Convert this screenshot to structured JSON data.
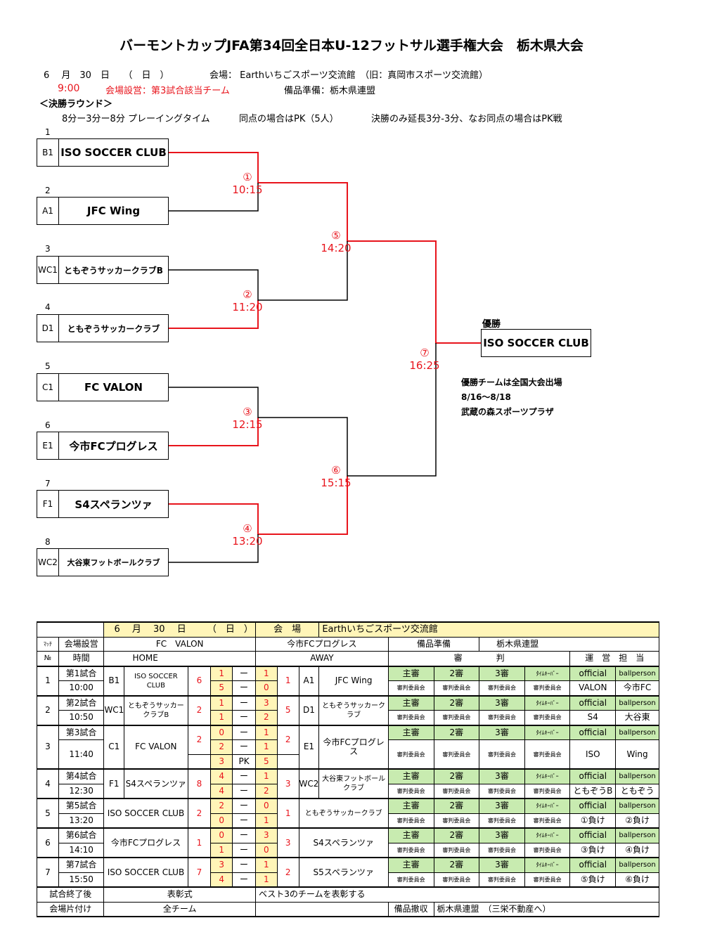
{
  "title": "バーモントカップJFA第34回全日本U-12フットサル選手権大会　栃木県大会",
  "info": {
    "date": "6　 月　30　日　　（　日　）",
    "venue": "会場：  Earthいちごスポーツ交流館　（旧：真岡市スポーツ交流館）",
    "time": "9:00",
    "setup": "会場設営：第3試合該当チーム",
    "equipment": "備品準備：栃木県連盟",
    "round": "＜決勝ラウンド＞",
    "playing_time": "8分ー3分ー8分 プレーイングタイム",
    "pk_rule": "同点の場合はPK（5人）",
    "final_rule": "決勝のみ延長3分-3分、なお同点の場合はPK戦"
  },
  "bracket": {
    "teams": [
      {
        "no": "1",
        "seed": "B1",
        "name": "ISO SOCCER CLUB"
      },
      {
        "no": "2",
        "seed": "A1",
        "name": "JFC Wing"
      },
      {
        "no": "3",
        "seed": "WC1",
        "name": "ともぞうサッカークラブB"
      },
      {
        "no": "4",
        "seed": "D1",
        "name": "ともぞうサッカークラブ"
      },
      {
        "no": "5",
        "seed": "C1",
        "name": "FC VALON"
      },
      {
        "no": "6",
        "seed": "E1",
        "name": "今市FCプログレス"
      },
      {
        "no": "7",
        "seed": "F1",
        "name": "S4スペランツァ"
      },
      {
        "no": "8",
        "seed": "WC2",
        "name": "大谷東フットボールクラブ"
      }
    ],
    "matches": [
      {
        "mark": "①",
        "time": "10:15"
      },
      {
        "mark": "②",
        "time": "11:20"
      },
      {
        "mark": "③",
        "time": "12:15"
      },
      {
        "mark": "④",
        "time": "13:20"
      },
      {
        "mark": "⑤",
        "time": "14:20"
      },
      {
        "mark": "⑥",
        "time": "15:15"
      },
      {
        "mark": "⑦",
        "time": "16:25"
      }
    ],
    "winner_label": "優勝",
    "winner": "ISO SOCCER CLUB",
    "note": [
      "優勝チームは全国大会出場",
      "8/16～8/18",
      "武蔵の森スポーツプラザ"
    ]
  },
  "schedule": {
    "header1": {
      "month": "6",
      "month_unit": "月",
      "day": "30",
      "day_unit": "日",
      "weekday": "（　日　）",
      "venue_label": "会　場",
      "venue": "Earthいちごスポーツ交流館"
    },
    "header2": {
      "match_label": "ﾏｯﾁ",
      "setup_label": "会場設営",
      "setup1": "FC　VALON",
      "setup2": "今市FCプログレス",
      "equip_label": "備品準備",
      "equip": "栃木県連盟"
    },
    "header3": {
      "no": "№",
      "time": "時間",
      "home": "HOME",
      "away": "AWAY",
      "ref": "審　　　　判",
      "ops": "運　営　担　当"
    },
    "ref_roles": [
      "主審",
      "2審",
      "3審",
      "ﾀｲﾑｷｰﾊﾟｰ",
      "official",
      "ballperson"
    ],
    "committee": "審判委員会",
    "dash": "ー",
    "pk": "PK",
    "rows": [
      {
        "no": "1",
        "match": "第1試合",
        "time": "10:00",
        "hseed": "B1",
        "home": "ISO SOCCER CLUB",
        "hscore": "6",
        "halves": [
          [
            "1",
            "1"
          ],
          [
            "5",
            "0"
          ]
        ],
        "ascore": "1",
        "aseed": "A1",
        "away": "JFC Wing",
        "ops": [
          "VALON",
          "今市FC"
        ]
      },
      {
        "no": "2",
        "match": "第2試合",
        "time": "10:50",
        "hseed": "WC1",
        "home": "ともぞうサッカークラブB",
        "hscore": "2",
        "halves": [
          [
            "1",
            "3"
          ],
          [
            "1",
            "2"
          ]
        ],
        "ascore": "5",
        "aseed": "D1",
        "away": "ともぞうサッカークラブ",
        "ops": [
          "S4",
          "大谷東"
        ]
      },
      {
        "no": "3",
        "match": "第3試合",
        "time": "11:40",
        "hseed": "C1",
        "home": "FC VALON",
        "hscore": "2",
        "halves": [
          [
            "0",
            "1"
          ],
          [
            "2",
            "1"
          ]
        ],
        "pkscore": [
          "3",
          "5"
        ],
        "ascore": "2",
        "aseed": "E1",
        "away": "今市FCプログレス",
        "ops": [
          "ISO",
          "Wing"
        ]
      },
      {
        "no": "4",
        "match": "第4試合",
        "time": "12:30",
        "hseed": "F1",
        "home": "S4スペランツァ",
        "hscore": "8",
        "halves": [
          [
            "4",
            "1"
          ],
          [
            "4",
            "2"
          ]
        ],
        "ascore": "3",
        "aseed": "WC2",
        "away": "大谷東フットボールクラブ",
        "ops": [
          "ともぞうB",
          "ともぞう"
        ]
      },
      {
        "no": "5",
        "match": "第5試合",
        "time": "13:20",
        "hseed": "",
        "home": "ISO SOCCER CLUB",
        "hscore": "2",
        "halves": [
          [
            "2",
            "0"
          ],
          [
            "0",
            "1"
          ]
        ],
        "ascore": "1",
        "aseed": "",
        "away": "ともぞうサッカークラブ",
        "ops": [
          "①負け",
          "②負け"
        ]
      },
      {
        "no": "6",
        "match": "第6試合",
        "time": "14:10",
        "hseed": "",
        "home": "今市FCプログレス",
        "hscore": "1",
        "halves": [
          [
            "0",
            "3"
          ],
          [
            "1",
            "0"
          ]
        ],
        "ascore": "3",
        "aseed": "",
        "away": "S4スペランツァ",
        "ops": [
          "③負け",
          "④負け"
        ]
      },
      {
        "no": "7",
        "match": "第7試合",
        "time": "15:50",
        "hseed": "",
        "home": "ISO SOCCER CLUB",
        "hscore": "7",
        "halves": [
          [
            "3",
            "1"
          ],
          [
            "4",
            "1"
          ]
        ],
        "ascore": "2",
        "aseed": "",
        "away": "S5スペランツァ",
        "ops": [
          "⑤負け",
          "⑥負け"
        ]
      }
    ],
    "footer1": {
      "label": "試合終了後",
      "value": "表彰式",
      "note": "ベスト3のチームを表彰する"
    },
    "footer2": {
      "label": "会場片付け",
      "value": "全チーム",
      "removal_label": "備品撤収",
      "removal": "栃木県連盟　（三栄不動産へ）"
    }
  }
}
